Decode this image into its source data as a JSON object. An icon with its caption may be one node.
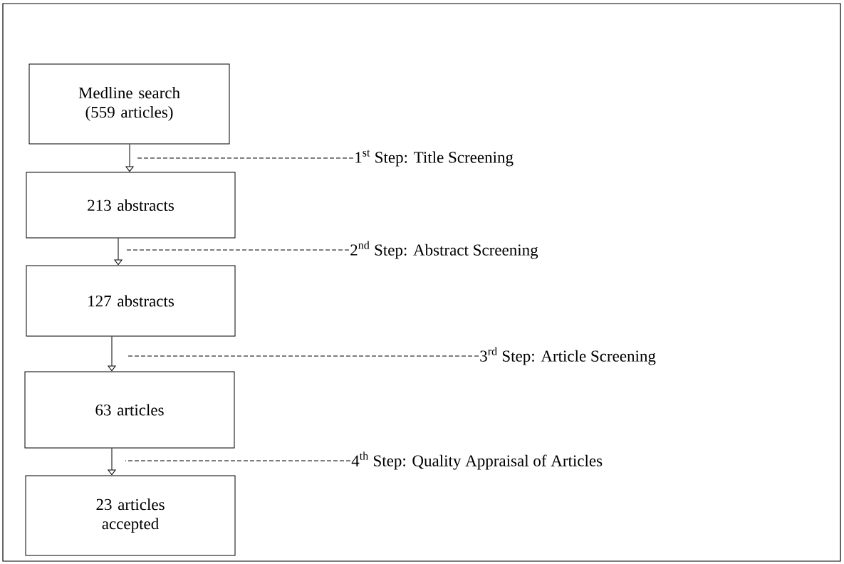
{
  "diagram": {
    "nodes": [
      {
        "text": [
          "Medline search (559 articles)"
        ]
      },
      {
        "text": [
          "213 abstracts"
        ]
      },
      {
        "text": [
          "127 abstracts"
        ]
      },
      {
        "text": [
          "63 articles"
        ]
      },
      {
        "text": [
          "23 articles accepted"
        ]
      },
      {
        "text": [
          "1$^{st}$ Step: Title Screening"
        ]
      },
      {
        "text": [
          "2$^{nd}$ Step: Abstract Screening"
        ]
      },
      {
        "text": [
          "3$^{rd}$ Step: Article Screening"
        ]
      },
      {
        "text": [
          "4$^{th}$ Step: Quality Appraisal of Articles"
        ]
      }
    ],
    "edges": [
      {
        "from": 0,
        "to": 1,
        "arrow": "to"
      },
      {
        "from": 1,
        "to": 2,
        "arrow": "to"
      },
      {
        "from": 2,
        "to": 3,
        "arrow": "to"
      },
      {
        "from": 3,
        "to": 4,
        "arrow": "to"
      },
      {
        "from": 5,
        "to": null,
        "arrow": "none",
        "style": "dashed"
      },
      {
        "from": 6,
        "to": null,
        "arrow": "none",
        "style": "dashed"
      },
      {
        "from": 7,
        "to": null,
        "arrow": "none",
        "style": "dashed"
      },
      {
        "from": 8,
        "to": null,
        "arrow": "none",
        "style": "dashed"
      }
    ]
  }
}
